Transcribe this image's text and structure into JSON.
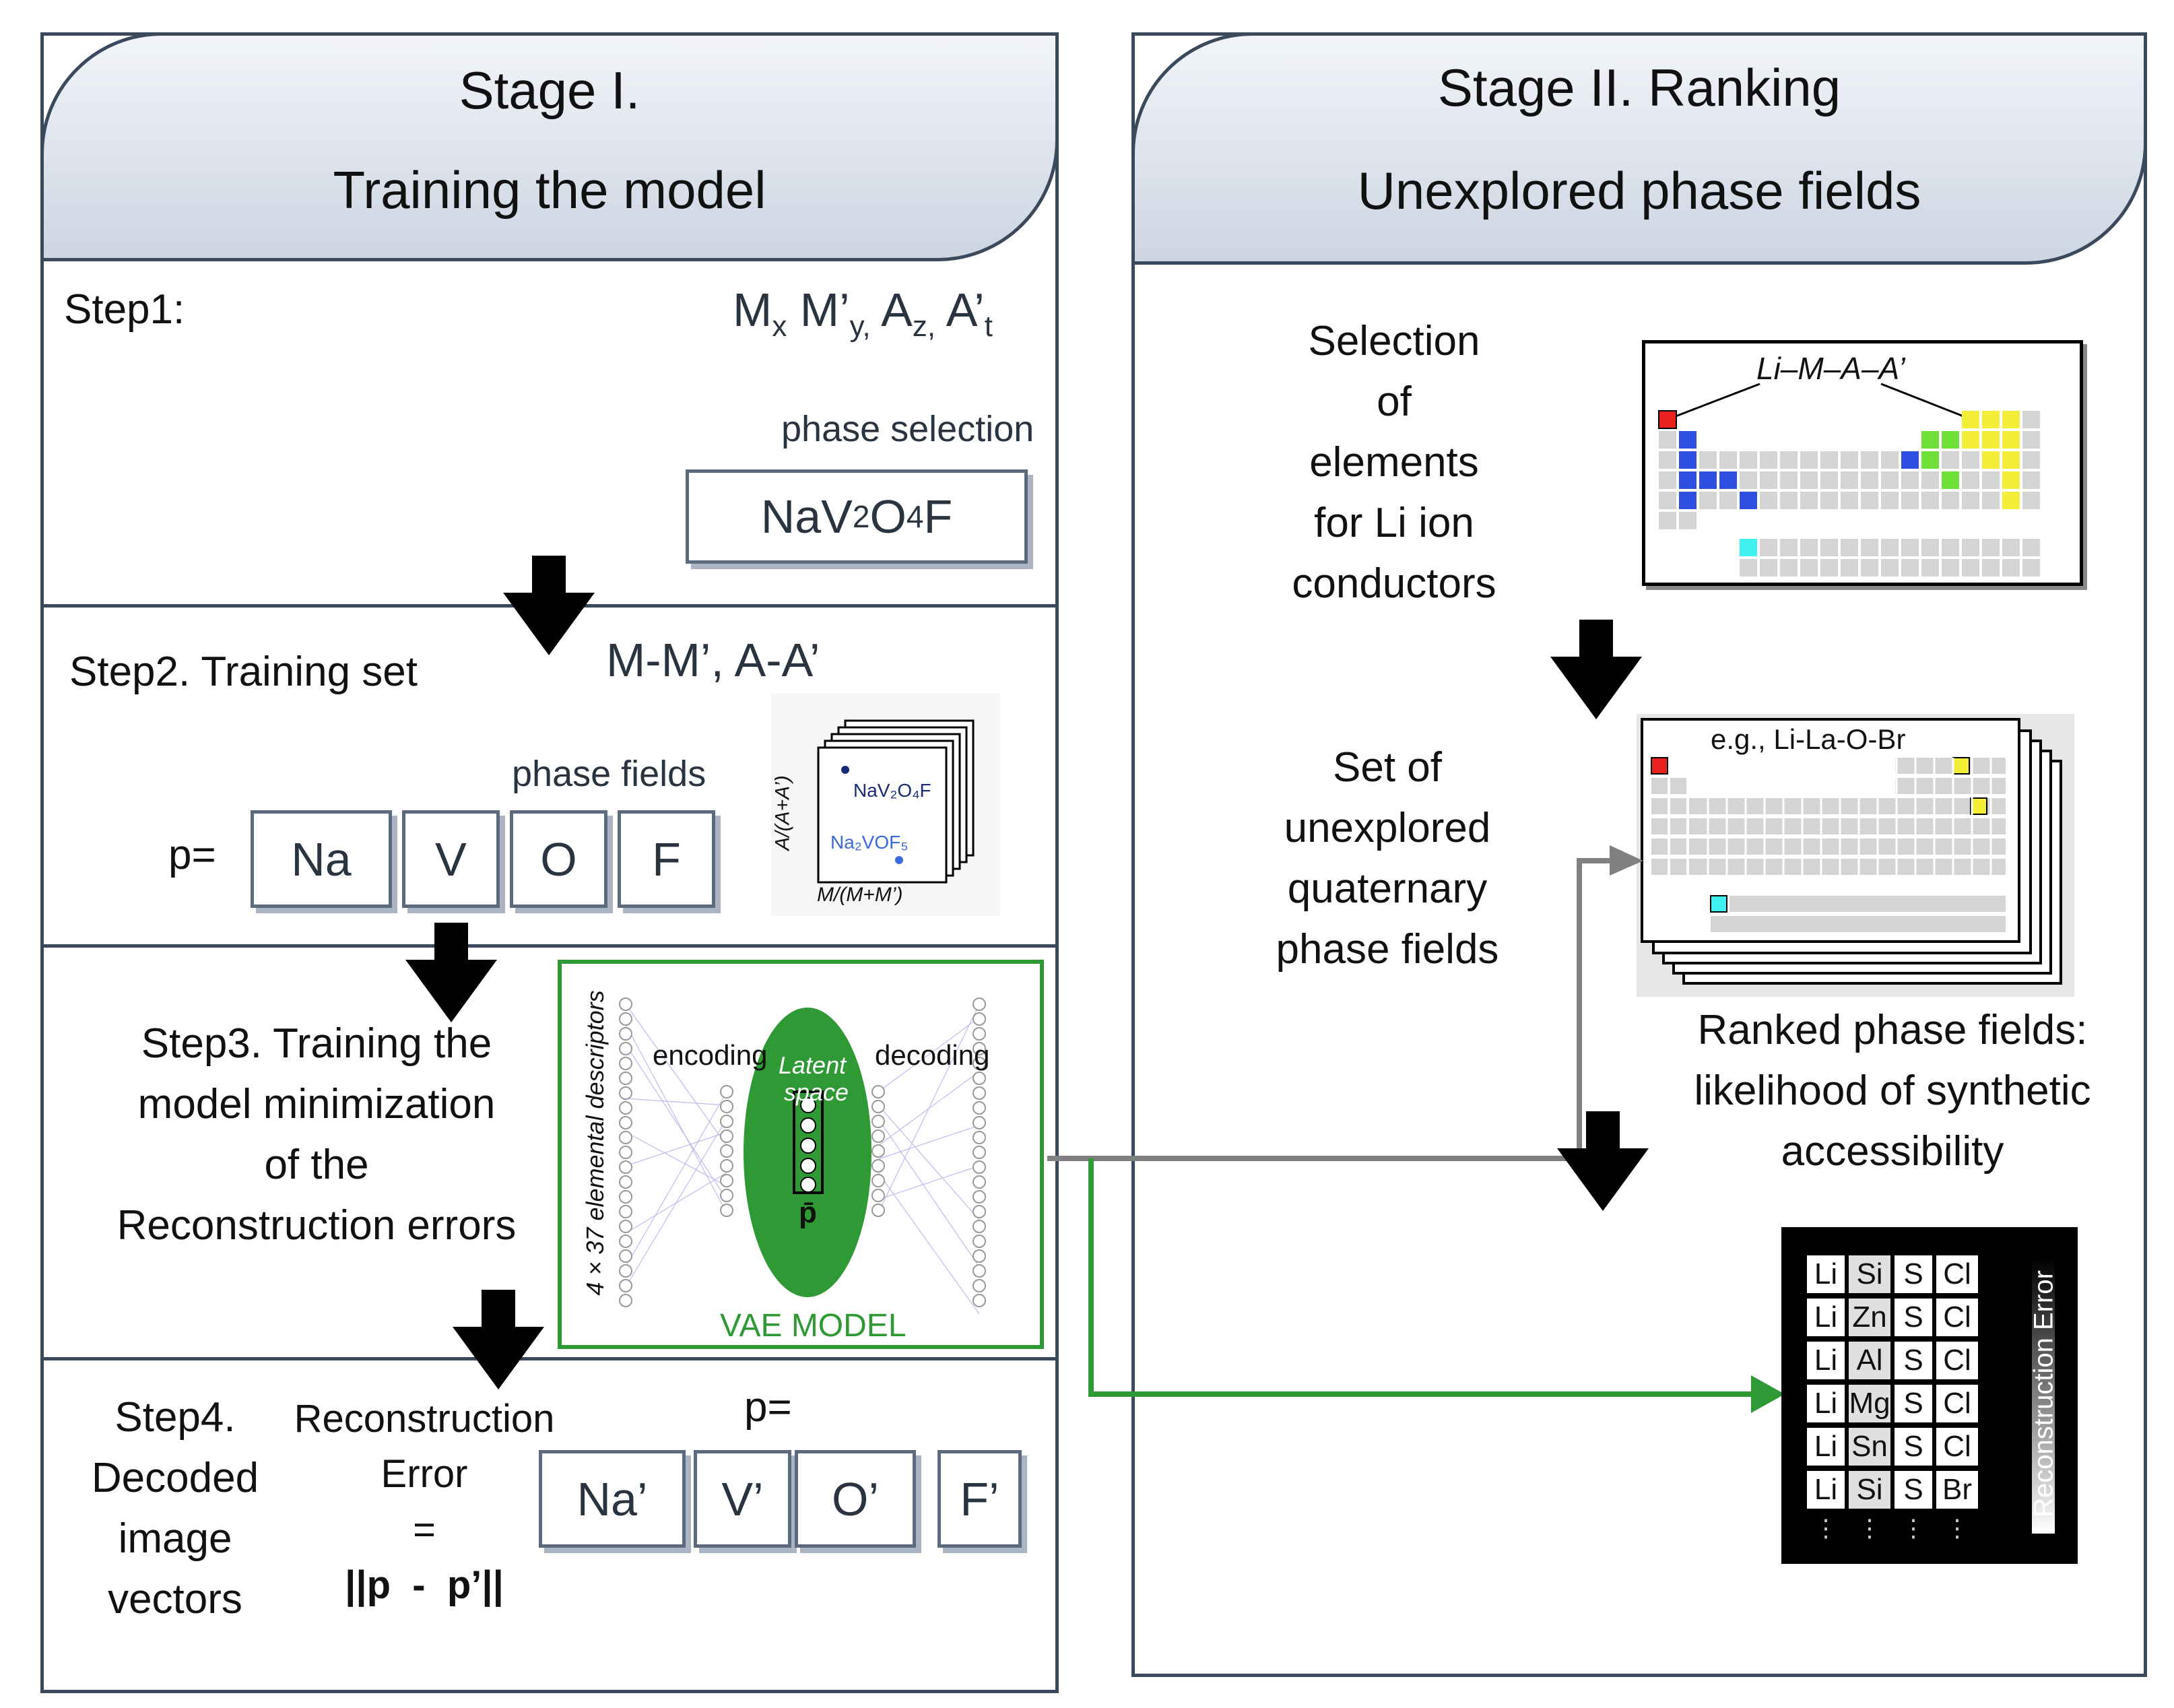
{
  "stage1": {
    "line1": "Stage I.",
    "line2": "Training the model"
  },
  "stage2": {
    "line1": "Stage II. Ranking",
    "line2": "Unexplored phase fields"
  },
  "step1": {
    "label": "Step1:",
    "formula": {
      "m1": "M",
      "s1": "x",
      "m2": " M’",
      "s2": "y,",
      "a1": " A",
      "s3": "z,",
      "a2": " A’",
      "s4": "t"
    },
    "phase_selection": "phase selection",
    "compound": {
      "p1": "NaV",
      "s1": "2",
      "p2": " O",
      "s2": "4",
      "p3": " F"
    }
  },
  "step2": {
    "label": "Step2. Training set",
    "formula": "M-M’, A-A’",
    "phase_fields": "phase fields",
    "p_eq": "p=",
    "elements": [
      "Na",
      "V",
      "O",
      "F"
    ],
    "inset": {
      "ylabel": "A/(A+A’)",
      "xlabel": "M/(M+M’)",
      "pt1": "NaV₂O₄F",
      "pt2": "Na₂VOF₅"
    }
  },
  "step3": {
    "lines": [
      "Step3. Training the",
      "model minimization",
      "of the",
      "Reconstruction errors"
    ],
    "vae": {
      "descriptors": "4 × 37 elemental descriptors",
      "encoding": "encoding",
      "decoding": "decoding",
      "latent": "Latent",
      "space": "space",
      "pbar": "p̄",
      "model": "VAE MODEL"
    }
  },
  "step4": {
    "label_lines": [
      "Step4.",
      "Decoded",
      "image",
      "vectors"
    ],
    "error_lines": [
      "Reconstruction",
      "Error",
      "=",
      "||p  -  p’||"
    ],
    "p_eq": "p=",
    "elements": [
      "Na’",
      "V’",
      "O’",
      "F’"
    ]
  },
  "right": {
    "selection_lines": [
      "Selection",
      "of",
      "elements",
      "for Li ion",
      "conductors"
    ],
    "unexplored_lines": [
      "Set of",
      "unexplored",
      "quaternary",
      "phase fields"
    ],
    "ranked_lines": [
      "Ranked phase fields:",
      "likelihood of synthetic",
      "accessibility"
    ],
    "pt_label": "Li–M–A–A’",
    "eg_label": "e.g., Li-La-O-Br",
    "table_label": "Reconstruction Error",
    "table_rows": [
      [
        "Li",
        "Si",
        "S",
        "Cl"
      ],
      [
        "Li",
        "Zn",
        "S",
        "Cl"
      ],
      [
        "Li",
        "Al",
        "S",
        "Cl"
      ],
      [
        "Li",
        "Mg",
        "S",
        "Cl"
      ],
      [
        "Li",
        "Sn",
        "S",
        "Cl"
      ],
      [
        "Li",
        "Si",
        "S",
        "Br"
      ]
    ],
    "colors": {
      "red": "#e8201e",
      "blue": "#2f4fe0",
      "green": "#6fe03a",
      "yellow": "#f5ee38",
      "cyan": "#3ef0f0"
    }
  },
  "colors": {
    "border": "#3a4a5c",
    "arrow_gray": "#808080",
    "vae_green": "#2f9a35"
  }
}
